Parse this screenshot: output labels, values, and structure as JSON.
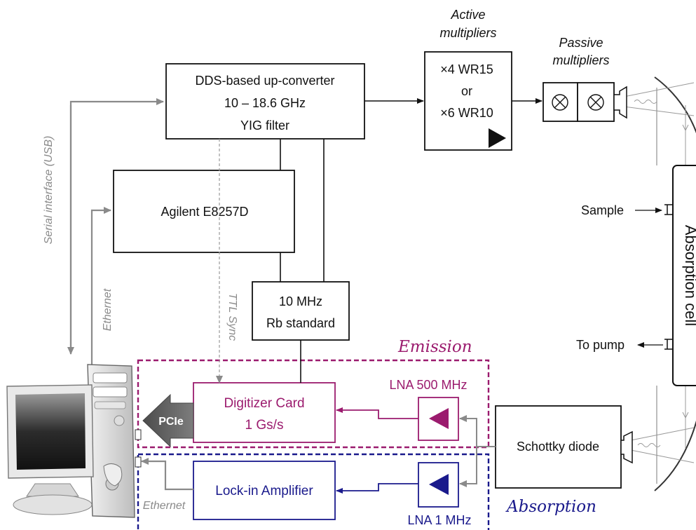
{
  "colors": {
    "black": "#111111",
    "gray": "#8a8a8a",
    "emission": "#9b1b6e",
    "absorption": "#1a1a8c"
  },
  "blocks": {
    "dds": {
      "line1": "DDS-based up-converter",
      "line2": "10 – 18.6 GHz",
      "line3": "YIG filter"
    },
    "agilent": {
      "label": "Agilent E8257D"
    },
    "rb": {
      "line1": "10 MHz",
      "line2": "Rb standard"
    },
    "active": {
      "title1": "Active",
      "title2": "multipliers",
      "line1": "×4 WR15",
      "line2": "or",
      "line3": "×6 WR10"
    },
    "passive": {
      "title1": "Passive",
      "title2": "multipliers"
    },
    "cell": {
      "label": "Absorption cell",
      "sample": "Sample",
      "pump": "To pump"
    },
    "digitizer": {
      "line1": "Digitizer Card",
      "line2": "1 Gs/s"
    },
    "lockin": {
      "label": "Lock-in Amplifier"
    },
    "schottky": {
      "label": "Schottky diode"
    },
    "lna500": {
      "label": "LNA 500 MHz"
    },
    "lna1": {
      "label": "LNA 1 MHz"
    }
  },
  "links": {
    "serial": "Serial interface (USB)",
    "ethernet_top": "Ethernet",
    "ethernet_bottom": "Ethernet",
    "ttl": "TTL Sync",
    "pcie": "PCIe"
  },
  "regions": {
    "emission": "Emission",
    "absorption": "Absorption"
  }
}
